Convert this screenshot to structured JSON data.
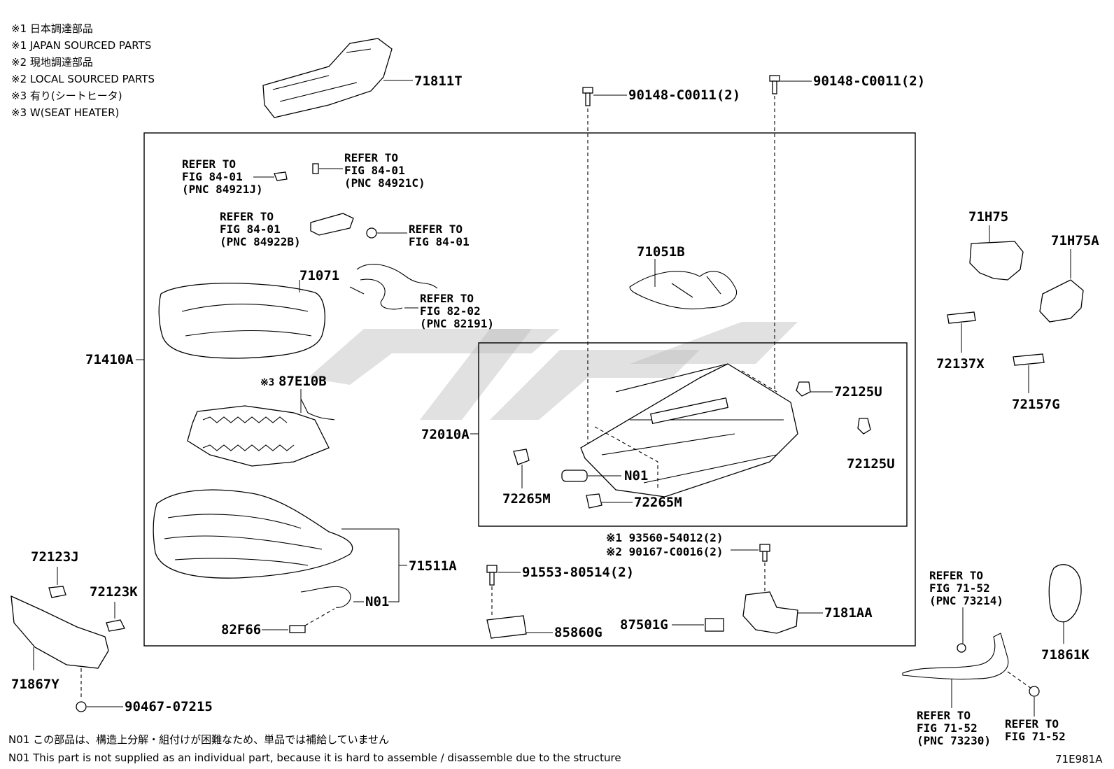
{
  "legend": [
    "※1 日本調達部品",
    "※1 JAPAN SOURCED PARTS",
    "※2 現地調達部品",
    "※2 LOCAL SOURCED PARTS",
    "※3 有り(シートヒータ)",
    "※3 W(SEAT HEATER)"
  ],
  "parts": {
    "p71811T": "71811T",
    "bolt_left": "90148-C0011(2)",
    "bolt_right": "90148-C0011(2)",
    "p71051B": "71051B",
    "p71071": "71071",
    "p71410A": "71410A",
    "p87E10B_prefix": "※3",
    "p87E10B": "87E10B",
    "p72010A": "72010A",
    "p72125U_a": "72125U",
    "p72125U_b": "72125U",
    "N01_frame": "N01",
    "p72265M_a": "72265M",
    "p72265M_b": "72265M",
    "p71H75": "71H75",
    "p71H75A": "71H75A",
    "p72137X": "72137X",
    "p72157G": "72157G",
    "p71511A": "71511A",
    "N01_cushion": "N01",
    "p82F66": "82F66",
    "p72123J": "72123J",
    "p72123K": "72123K",
    "p71867Y": "71867Y",
    "p90467": "90467-07215",
    "p91553": "91553-80514(2)",
    "p85860G": "85860G",
    "p93560": "※1 93560-54012(2)",
    "p90167": "※2 90167-C0016(2)",
    "p87501G": "87501G",
    "p7181AA": "7181AA",
    "p71861K": "71861K"
  },
  "refs": {
    "r1": [
      "REFER TO",
      "FIG 84-01",
      "(PNC 84921J)"
    ],
    "r2": [
      "REFER TO",
      "FIG 84-01",
      "(PNC 84921C)"
    ],
    "r3": [
      "REFER TO",
      "FIG 84-01",
      "(PNC 84922B)"
    ],
    "r4": [
      "REFER TO",
      "FIG 84-01"
    ],
    "r5": [
      "REFER TO",
      "FIG 82-02",
      "(PNC 82191)"
    ],
    "r6": [
      "REFER TO",
      "FIG 71-52",
      "(PNC 73214)"
    ],
    "r7": [
      "REFER TO",
      "FIG 71-52",
      "(PNC 73230)"
    ],
    "r8": [
      "REFER TO",
      "FIG 71-52"
    ]
  },
  "notes": {
    "jp": "N01 この部品は、構造上分解・組付けが困難なため、単品では補給していません",
    "en": "N01 This part is not supplied as an individual part, because it is hard to assemble / disassemble due to the structure"
  },
  "figure_code": "71E981A"
}
